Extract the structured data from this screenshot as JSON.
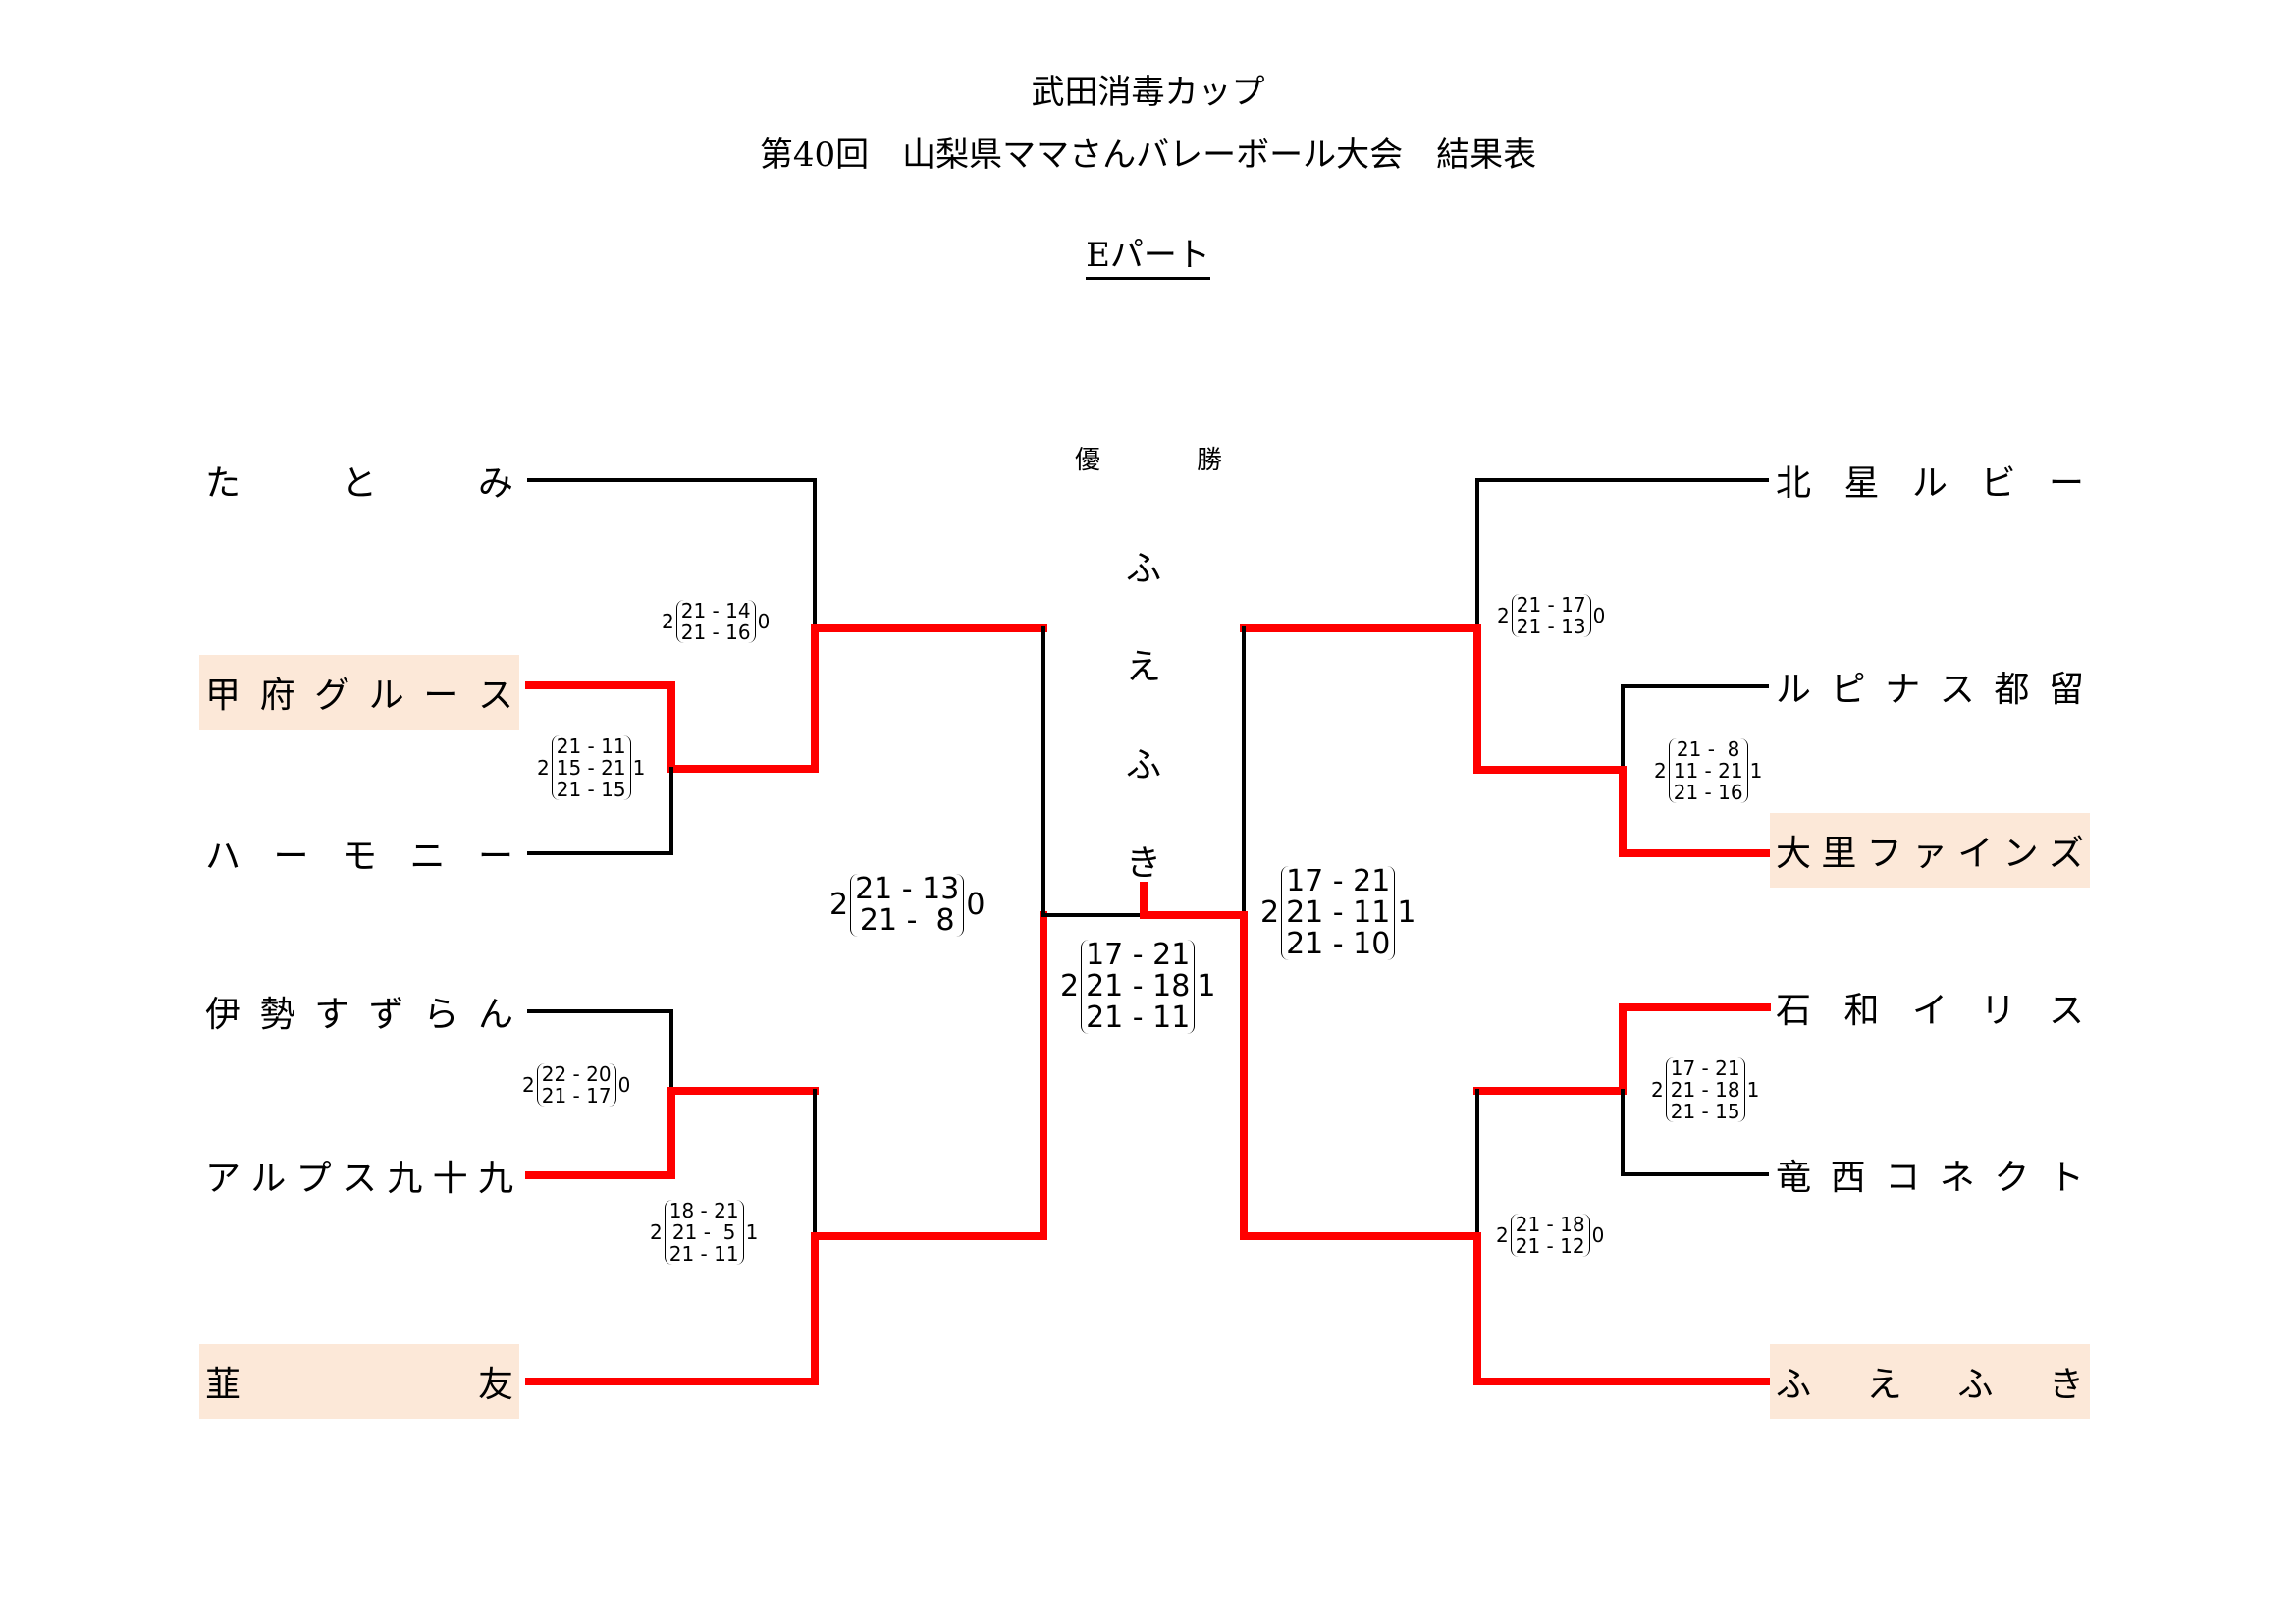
{
  "header": {
    "title1": "武田消毒カップ",
    "title2": "第40回　山梨県ママさんバレーボール大会　結果表",
    "part": "Eパート"
  },
  "champion": {
    "label_chars": [
      "優",
      "勝"
    ],
    "name": "ふえふき",
    "name_chars": [
      "ふ",
      "え",
      "ふ",
      "き"
    ]
  },
  "colors": {
    "winner_line": "#ff0000",
    "line": "#000000",
    "winner_highlight": "#fce8d8"
  },
  "teams_left": [
    {
      "name": "たとみ",
      "chars": [
        "た",
        "と",
        "み"
      ],
      "highlight": false
    },
    {
      "name": "甲府グルース",
      "chars": [
        "甲",
        "府",
        "グ",
        "ル",
        "ー",
        "ス"
      ],
      "highlight": true
    },
    {
      "name": "ハーモニー",
      "chars": [
        "ハ",
        "ー",
        "モ",
        "ニ",
        "ー"
      ],
      "highlight": false
    },
    {
      "name": "伊勢すずらん",
      "chars": [
        "伊",
        "勢",
        "す",
        "ず",
        "ら",
        "ん"
      ],
      "highlight": false
    },
    {
      "name": "アルプス九十九",
      "chars": [
        "ア",
        "ル",
        "プ",
        "ス",
        "九",
        "十",
        "九"
      ],
      "highlight": false
    },
    {
      "name": "韮友",
      "chars": [
        "韮",
        "友"
      ],
      "highlight": true
    }
  ],
  "teams_right": [
    {
      "name": "北星ルビー",
      "chars": [
        "北",
        "星",
        "ル",
        "ビ",
        "ー"
      ],
      "highlight": false
    },
    {
      "name": "ルピナス都留",
      "chars": [
        "ル",
        "ピ",
        "ナ",
        "ス",
        "都",
        "留"
      ],
      "highlight": false
    },
    {
      "name": "大里ファインズ",
      "chars": [
        "大",
        "里",
        "フ",
        "ァ",
        "イ",
        "ン",
        "ズ"
      ],
      "highlight": true
    },
    {
      "name": "石和イリス",
      "chars": [
        "石",
        "和",
        "イ",
        "リ",
        "ス"
      ],
      "highlight": false
    },
    {
      "name": "竜西コネクト",
      "chars": [
        "竜",
        "西",
        "コ",
        "ネ",
        "ク",
        "ト"
      ],
      "highlight": false
    },
    {
      "name": "ふえふき",
      "chars": [
        "ふ",
        "え",
        "ふ",
        "き"
      ],
      "highlight": true
    }
  ],
  "matches": [
    {
      "id": "L-R1-a",
      "teams": [
        "甲府グルース",
        "ハーモニー"
      ],
      "sets_won": [
        2,
        1
      ],
      "sets": [
        "21 - 11",
        "15 - 21",
        "21 - 15"
      ]
    },
    {
      "id": "L-R2-a",
      "teams": [
        "たとみ",
        "甲府グルース"
      ],
      "sets_won": [
        2,
        0
      ],
      "sets": [
        "21 - 14",
        "21 - 16"
      ]
    },
    {
      "id": "L-R1-b",
      "teams": [
        "伊勢すずらん",
        "アルプス九十九"
      ],
      "sets_won": [
        2,
        0
      ],
      "sets": [
        "22 - 20",
        "21 - 17"
      ]
    },
    {
      "id": "L-R2-b",
      "teams": [
        "アルプス九十九",
        "韮友"
      ],
      "sets_won": [
        2,
        1
      ],
      "sets": [
        "18 - 21",
        "21 -  5",
        "21 - 11"
      ]
    },
    {
      "id": "L-SF",
      "teams": [
        "甲府グルース",
        "韮友"
      ],
      "sets_won": [
        2,
        0
      ],
      "sets": [
        "21 - 13",
        "21 -  8"
      ]
    },
    {
      "id": "R-R1-a",
      "teams": [
        "ルピナス都留",
        "大里ファインズ"
      ],
      "sets_won": [
        2,
        1
      ],
      "sets": [
        "21 -  8",
        "11 - 21",
        "21 - 16"
      ]
    },
    {
      "id": "R-R2-a",
      "teams": [
        "北星ルビー",
        "大里ファインズ"
      ],
      "sets_won": [
        2,
        0
      ],
      "sets": [
        "21 - 17",
        "21 - 13"
      ]
    },
    {
      "id": "R-R1-b",
      "teams": [
        "石和イリス",
        "竜西コネクト"
      ],
      "sets_won": [
        2,
        1
      ],
      "sets": [
        "17 - 21",
        "21 - 18",
        "21 - 15"
      ]
    },
    {
      "id": "R-R2-b",
      "teams": [
        "石和イリス",
        "ふえふき"
      ],
      "sets_won": [
        2,
        0
      ],
      "sets": [
        "21 - 18",
        "21 - 12"
      ]
    },
    {
      "id": "R-SF",
      "teams": [
        "大里ファインズ",
        "ふえふき"
      ],
      "sets_won": [
        2,
        1
      ],
      "sets": [
        "17 - 21",
        "21 - 11",
        "21 - 10"
      ]
    },
    {
      "id": "F",
      "teams": [
        "韮友",
        "ふえふき"
      ],
      "sets_won": [
        2,
        1
      ],
      "sets": [
        "17 - 21",
        "21 - 18",
        "21 - 11"
      ]
    }
  ]
}
